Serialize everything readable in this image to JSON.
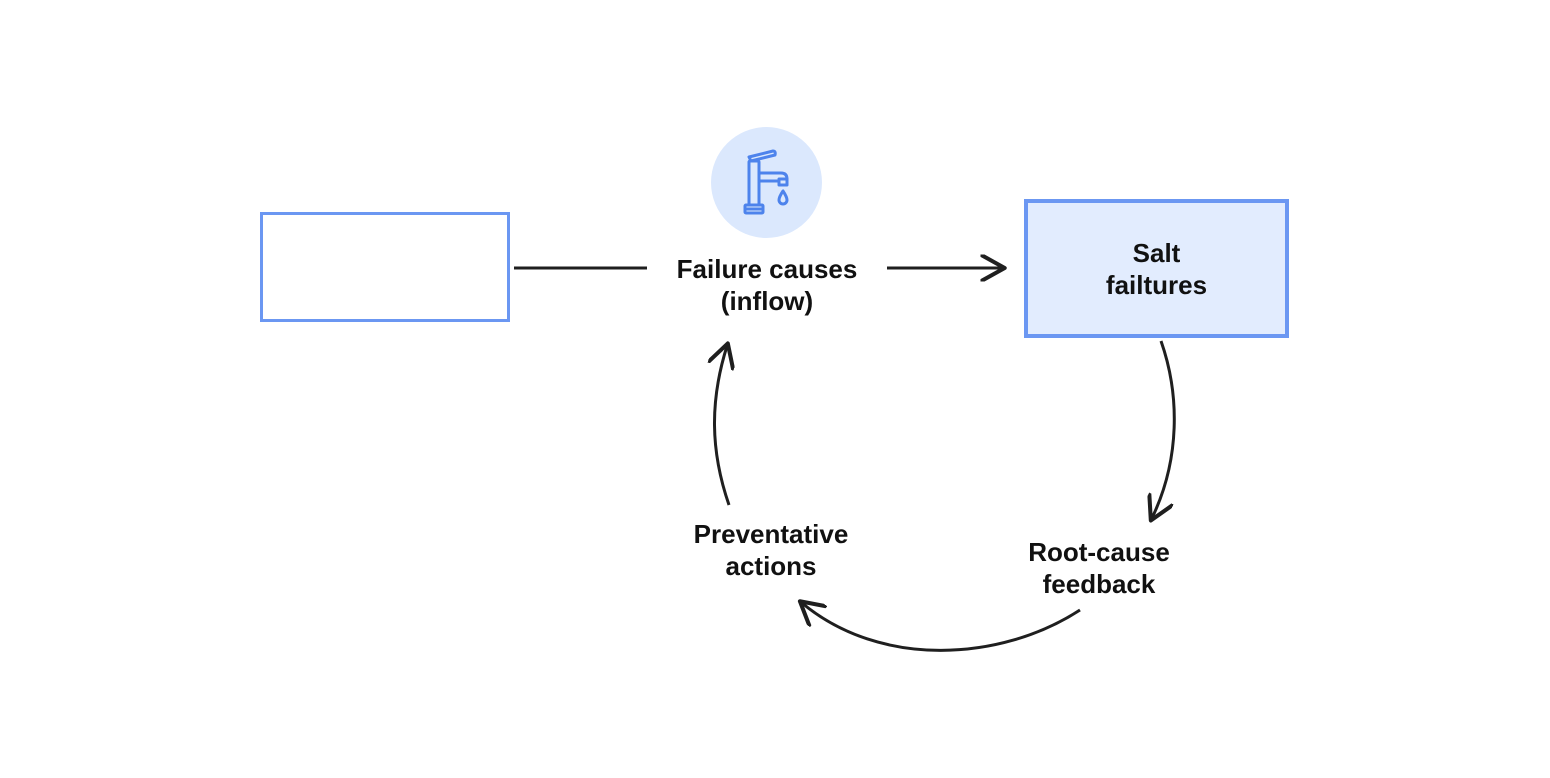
{
  "diagram": {
    "source_label": "",
    "flow_label": "Failure causes\n(inflow)",
    "stock_label": "Salt\nfailtures",
    "loop_label_1": "Root-cause\nfeedback",
    "loop_label_2": "Preventative\nactions",
    "flow_icon": "faucet-icon"
  },
  "colors": {
    "accent": "#6b97f2",
    "stock_fill": "#e2ecfe",
    "icon_circle": "#dbe8fd",
    "line": "#1f1f1f",
    "text": "#111111"
  }
}
